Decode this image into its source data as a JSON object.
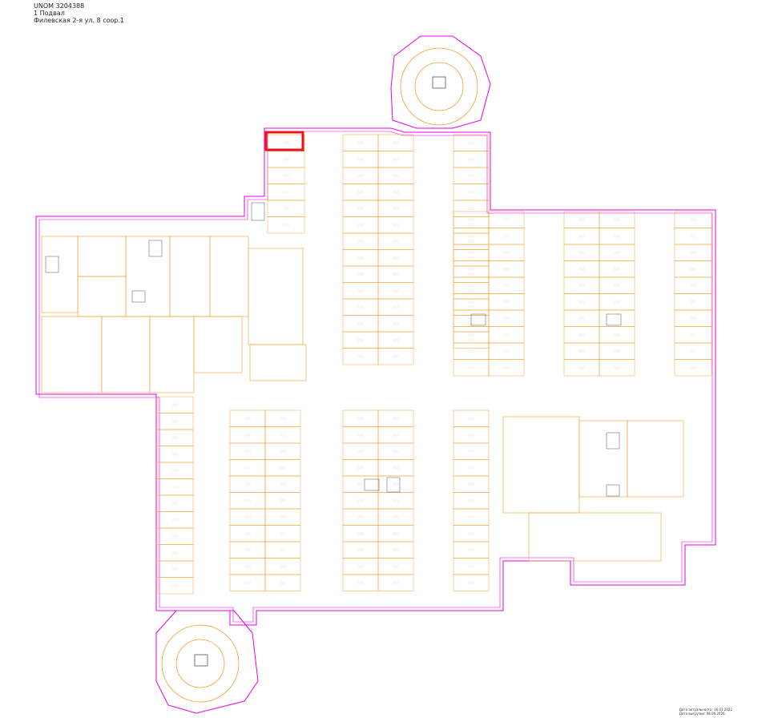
{
  "header": {
    "unom": "UNOM 3204388",
    "floor": "1 Подвал",
    "address": "Филевская 2-я ул. 8 соор.1"
  },
  "footer": {
    "line1": "Дата актуальности: 16.03.2022",
    "line2": "Дата выгрузки: 08.06.2026"
  },
  "colors": {
    "outline": "#e600e6",
    "walls": "#f0a030",
    "labels": "#d0021b",
    "highlight": "#e8141e"
  },
  "blocks": [
    {
      "name": "block-a",
      "rows": 7,
      "cols": 2,
      "labels": [
        "Parking space",
        "Parking space"
      ]
    },
    {
      "name": "block-b",
      "rows": 15,
      "cols": 2,
      "labels": [
        "Parking space",
        "Parking space"
      ]
    },
    {
      "name": "block-c",
      "rows": 11,
      "cols": 2,
      "labels": [
        "Parking space",
        "Parking space"
      ]
    }
  ]
}
